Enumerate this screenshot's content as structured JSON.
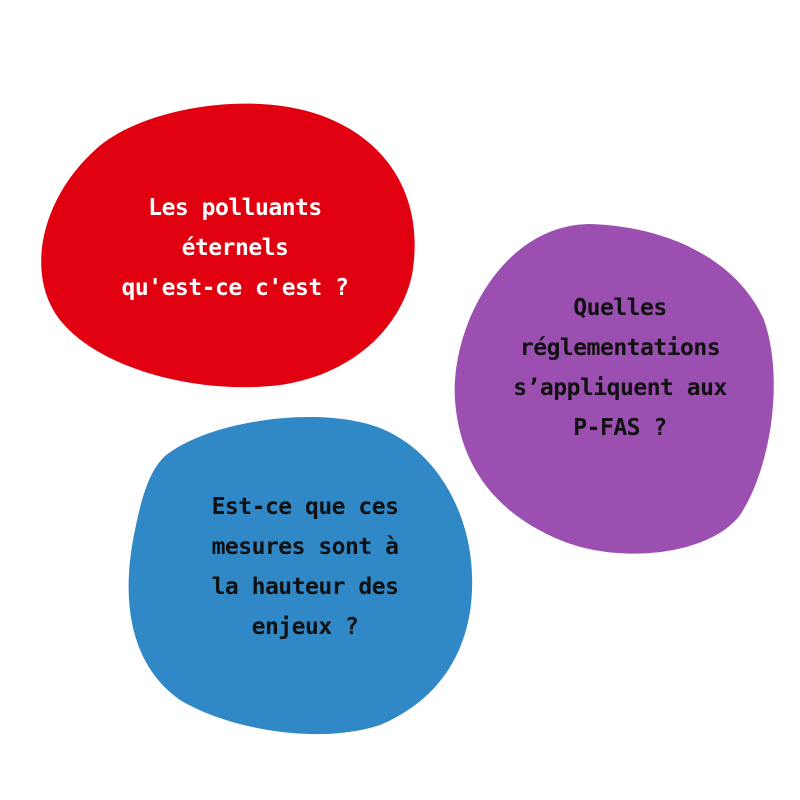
{
  "colors": {
    "background": "#ffffff",
    "red_blob": "#e00010",
    "purple_blob": "#9b4fb0",
    "blue_blob": "#3089c6",
    "red_text": "#ffffff",
    "purple_text": "#111111",
    "blue_text": "#111111"
  },
  "bubbles": {
    "red": {
      "lines": [
        "Les polluants",
        "éternels",
        "qu'est-ce c'est ?"
      ]
    },
    "purple": {
      "lines": [
        "Quelles",
        "réglementations",
        "s’appliquent aux",
        "P-FAS ?"
      ]
    },
    "blue": {
      "lines": [
        "Est-ce que ces",
        "mesures sont à",
        "la hauteur des",
        "enjeux ?"
      ]
    }
  }
}
